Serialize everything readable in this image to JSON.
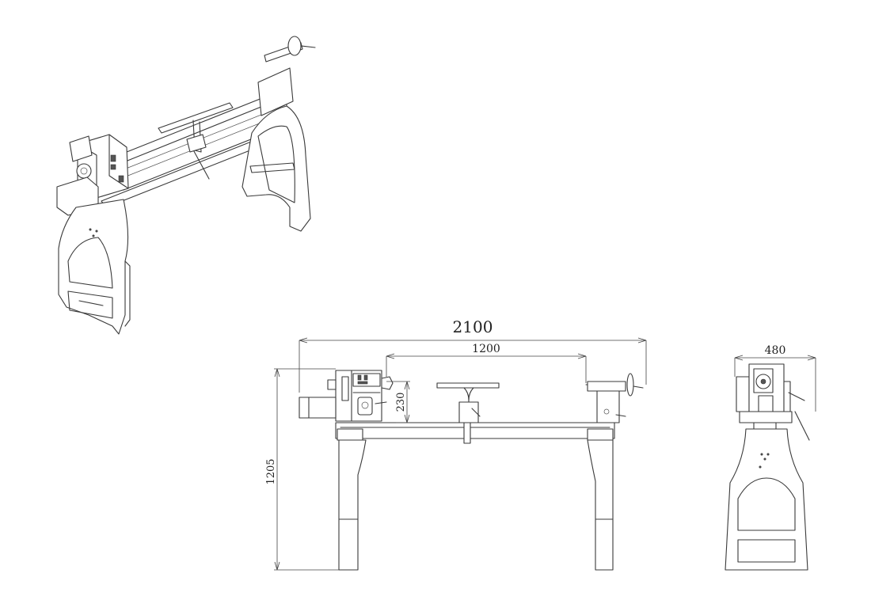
{
  "drawing": {
    "dimensions": {
      "overall_length": "2100",
      "distance_between_centers": "1200",
      "swing_over_bed": "230",
      "overall_height": "1205",
      "overall_width": "480"
    },
    "line_color": "#3a3a3a"
  }
}
